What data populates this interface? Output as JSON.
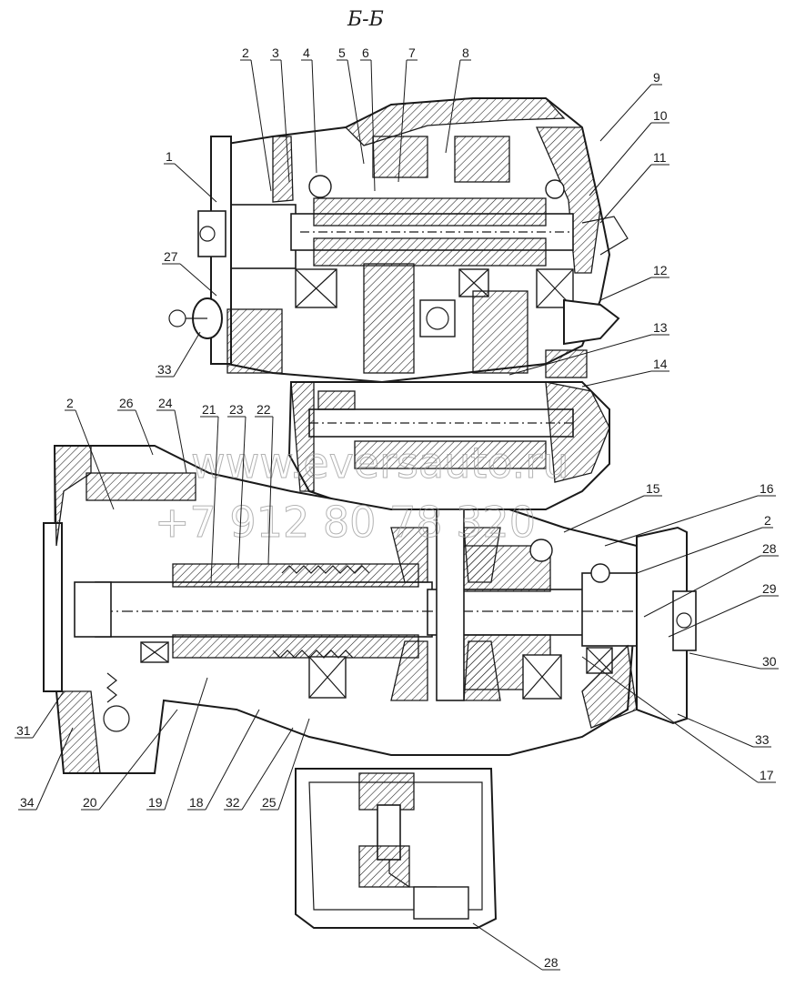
{
  "section_title": "Б-Б",
  "watermark": {
    "site": "www.eversauto.ru",
    "phone": "+7 912 80 78 320"
  },
  "callouts": [
    {
      "id": "c1",
      "label": "1"
    },
    {
      "id": "c2a",
      "label": "2"
    },
    {
      "id": "c3",
      "label": "3"
    },
    {
      "id": "c4",
      "label": "4"
    },
    {
      "id": "c5",
      "label": "5"
    },
    {
      "id": "c6",
      "label": "6"
    },
    {
      "id": "c7",
      "label": "7"
    },
    {
      "id": "c8",
      "label": "8"
    },
    {
      "id": "c9",
      "label": "9"
    },
    {
      "id": "c10",
      "label": "10"
    },
    {
      "id": "c11",
      "label": "11"
    },
    {
      "id": "c12",
      "label": "12"
    },
    {
      "id": "c13",
      "label": "13"
    },
    {
      "id": "c14",
      "label": "14"
    },
    {
      "id": "c15",
      "label": "15"
    },
    {
      "id": "c16",
      "label": "16"
    },
    {
      "id": "c2b",
      "label": "2"
    },
    {
      "id": "c28a",
      "label": "28"
    },
    {
      "id": "c29",
      "label": "29"
    },
    {
      "id": "c30",
      "label": "30"
    },
    {
      "id": "c33a",
      "label": "33"
    },
    {
      "id": "c17",
      "label": "17"
    },
    {
      "id": "c28b",
      "label": "28"
    },
    {
      "id": "c27",
      "label": "27"
    },
    {
      "id": "c33b",
      "label": "33"
    },
    {
      "id": "c2c",
      "label": "2"
    },
    {
      "id": "c26",
      "label": "26"
    },
    {
      "id": "c24",
      "label": "24"
    },
    {
      "id": "c21",
      "label": "21"
    },
    {
      "id": "c23",
      "label": "23"
    },
    {
      "id": "c22",
      "label": "22"
    },
    {
      "id": "c31",
      "label": "31"
    },
    {
      "id": "c34",
      "label": "34"
    },
    {
      "id": "c20",
      "label": "20"
    },
    {
      "id": "c19",
      "label": "19"
    },
    {
      "id": "c18",
      "label": "18"
    },
    {
      "id": "c32",
      "label": "32"
    },
    {
      "id": "c25",
      "label": "25"
    }
  ]
}
